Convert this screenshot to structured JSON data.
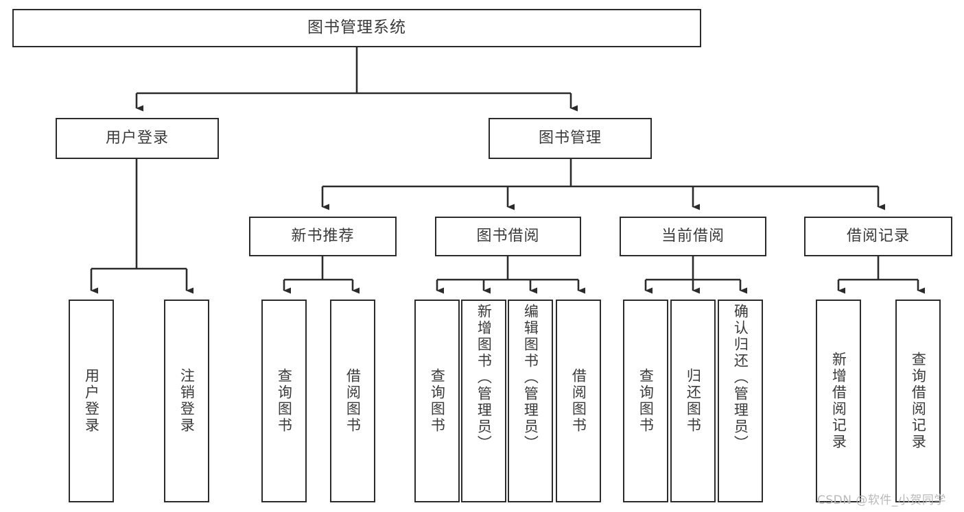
{
  "diagram": {
    "title": "图书管理系统",
    "type": "tree-hierarchy-chart",
    "root": {
      "label": "图书管理系统"
    },
    "level2": [
      {
        "label": "用户登录"
      },
      {
        "label": "图书管理"
      }
    ],
    "level3": [
      {
        "label": "新书推荐"
      },
      {
        "label": "图书借阅"
      },
      {
        "label": "当前借阅"
      },
      {
        "label": "借阅记录"
      }
    ],
    "leaves": {
      "user_login": [
        {
          "label": "用户登录"
        },
        {
          "label": "注销登录"
        }
      ],
      "new_book_recommend": [
        {
          "label": "查询图书"
        },
        {
          "label": "借阅图书"
        }
      ],
      "book_borrow": [
        {
          "label": "查询图书"
        },
        {
          "label": "新增图书（管理员）"
        },
        {
          "label": "编辑图书（管理员）"
        },
        {
          "label": "借阅图书"
        }
      ],
      "current_borrow": [
        {
          "label": "查询图书"
        },
        {
          "label": "归还图书"
        },
        {
          "label": "确认归还（管理员）"
        }
      ],
      "borrow_records": [
        {
          "label": "新增借阅记录"
        },
        {
          "label": "查询借阅记录"
        }
      ]
    }
  },
  "watermark": {
    "text": "CSDN @软件_小贺同学"
  },
  "colors": {
    "stroke": "#2b2b2b",
    "text": "#3a3a3a",
    "background": "#ffffff",
    "watermark": "#b9b9b9"
  }
}
